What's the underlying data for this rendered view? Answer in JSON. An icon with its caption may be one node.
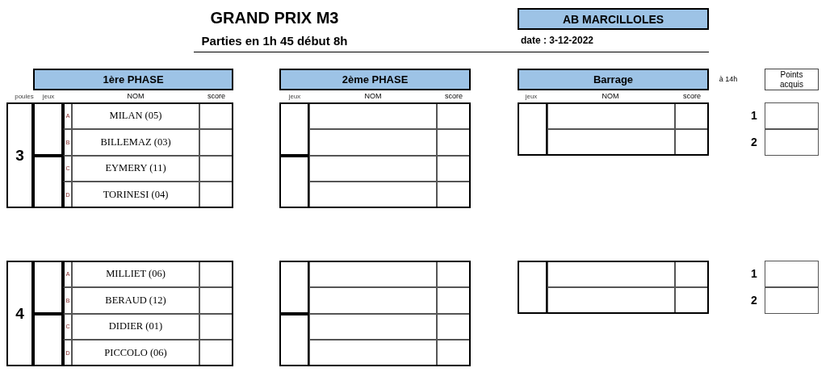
{
  "diagram": {
    "title": "GRAND PRIX M3",
    "nodes": [
      {
        "text": [
          "AB MARCILLOLES"
        ]
      },
      {
        "text": [
          "1ère PHASE"
        ]
      },
      {
        "text": [
          "2ème PHASE"
        ]
      },
      {
        "text": [
          "Barrage"
        ]
      },
      {
        "text": [
          "Points acquis"
        ]
      }
    ],
    "labels": [
      "Parties en 1h 45 début 8h",
      "date : 3-12-2022",
      "à 14h",
      "poules",
      "jeux",
      "NOM",
      "score",
      "jeux",
      "NOM",
      "score",
      "jeux",
      "NOM",
      "score",
      "1",
      "2",
      "3",
      "A",
      "MILAN (05)",
      "B",
      "BILLEMAZ (03)",
      "C",
      "EYMERY (11)",
      "D",
      "TORINESI (04)",
      "1",
      "2",
      "4",
      "A",
      "MILLIET (06)",
      "B",
      "BERAUD (12)",
      "C",
      "DIDIER (01)",
      "D",
      "PICCOLO (06)"
    ]
  }
}
